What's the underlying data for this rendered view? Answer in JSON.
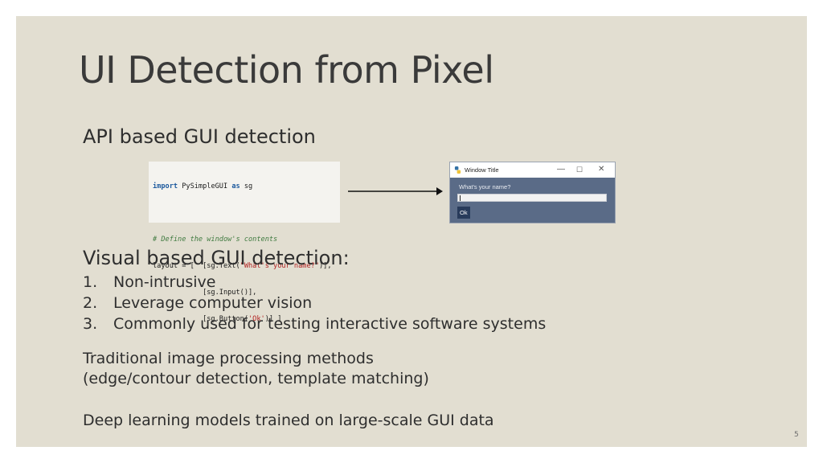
{
  "slide": {
    "title": "UI Detection from Pixel",
    "api_heading": "API based GUI detection",
    "code": {
      "line1_kw": "import",
      "line1_rest": " PySimpleGUI ",
      "line1_as": "as",
      "line1_end": " sg",
      "comment": "# Define the window's contents",
      "line3_start": "layout = [  [sg.Text(",
      "line3_str": "\"What's your name?\"",
      "line3_end": ")],",
      "line4": "            [sg.Input()],",
      "line5_start": "            [sg.Button(",
      "line5_str": "'Ok'",
      "line5_end": ")] ]"
    },
    "window_mock": {
      "title": "Window Title",
      "min_glyph": "—",
      "max_glyph": "☐",
      "close_glyph": "✕",
      "label": "What's your name?",
      "ok_label": "Ok",
      "bg_color": "#5a6b87",
      "button_color": "#283b5b"
    },
    "visual_heading": "Visual based GUI detection:",
    "list": [
      {
        "num": "1.",
        "text": "Non-intrusive"
      },
      {
        "num": "2.",
        "text": "Leverage computer vision"
      },
      {
        "num": "3.",
        "text": "Commonly used for testing interactive software systems"
      }
    ],
    "para1_line1": "Traditional image processing methods",
    "para1_line2": "(edge/contour detection, template matching)",
    "para2": "Deep learning models trained on large-scale GUI data",
    "page_number": "5",
    "background_color": "#e2ded1"
  }
}
